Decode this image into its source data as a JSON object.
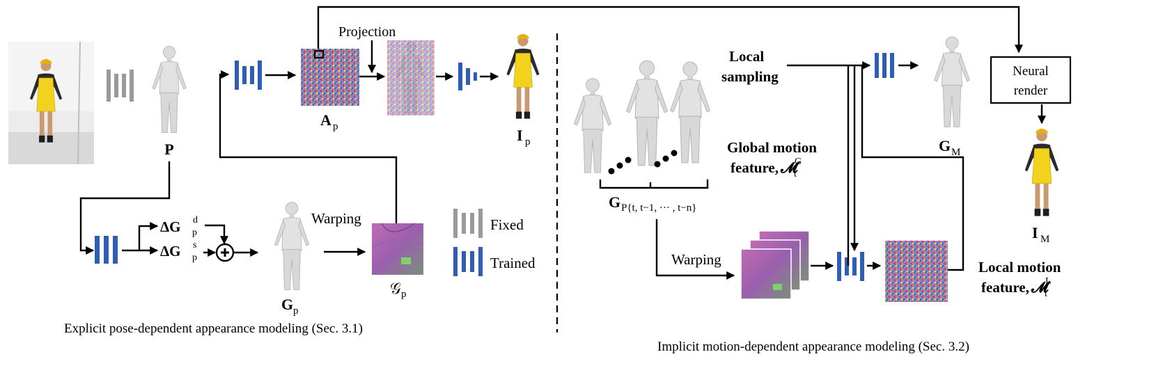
{
  "labels": {
    "projection": "Projection",
    "warping_top": "Warping",
    "warping_bottom": "Warping",
    "local_sampling_1": "Local",
    "local_sampling_2": "sampling",
    "global_motion_1": "Global motion",
    "global_motion_2": "feature, ",
    "global_motion_sym": "𝓜",
    "global_motion_sub": "t",
    "global_motion_sup": "G",
    "local_motion_1": "Local motion",
    "local_motion_2": "feature, ",
    "local_motion_sym": "𝓜",
    "local_motion_sub": "t",
    "local_motion_sup": "L",
    "neural_render_1": "Neural",
    "neural_render_2": "render"
  },
  "symbols": {
    "P": "P",
    "A_main": "A",
    "A_sub": "p",
    "I_main": "I",
    "I_sub": "p",
    "IM_main": "I",
    "IM_sub": "M",
    "GM_main": "G",
    "GM_sub": "M",
    "Gp_main": "G",
    "Gp_sub": "p",
    "calG_main": "𝒢",
    "calG_sub": "p",
    "dGd_main": "ΔG",
    "dGd_sub": "p",
    "dGd_sup": "d",
    "dGs_main": "ΔG",
    "dGs_sub": "p",
    "dGs_sup": "s",
    "Gseq_main": "G",
    "Gseq_sub": "P{t, t−1, ··· , t−n}"
  },
  "legend": {
    "fixed": "Fixed",
    "trained": "Trained"
  },
  "captions": {
    "left": "Explicit pose-dependent appearance modeling (Sec. 3.1)",
    "right": "Implicit motion-dependent appearance modeling (Sec. 3.2)"
  },
  "colors": {
    "trained_net": "#2f5db6",
    "fixed_net": "#9a9a9a",
    "dress_yellow": "#f2d21c",
    "normal_map_purple": "#a45aa8"
  }
}
